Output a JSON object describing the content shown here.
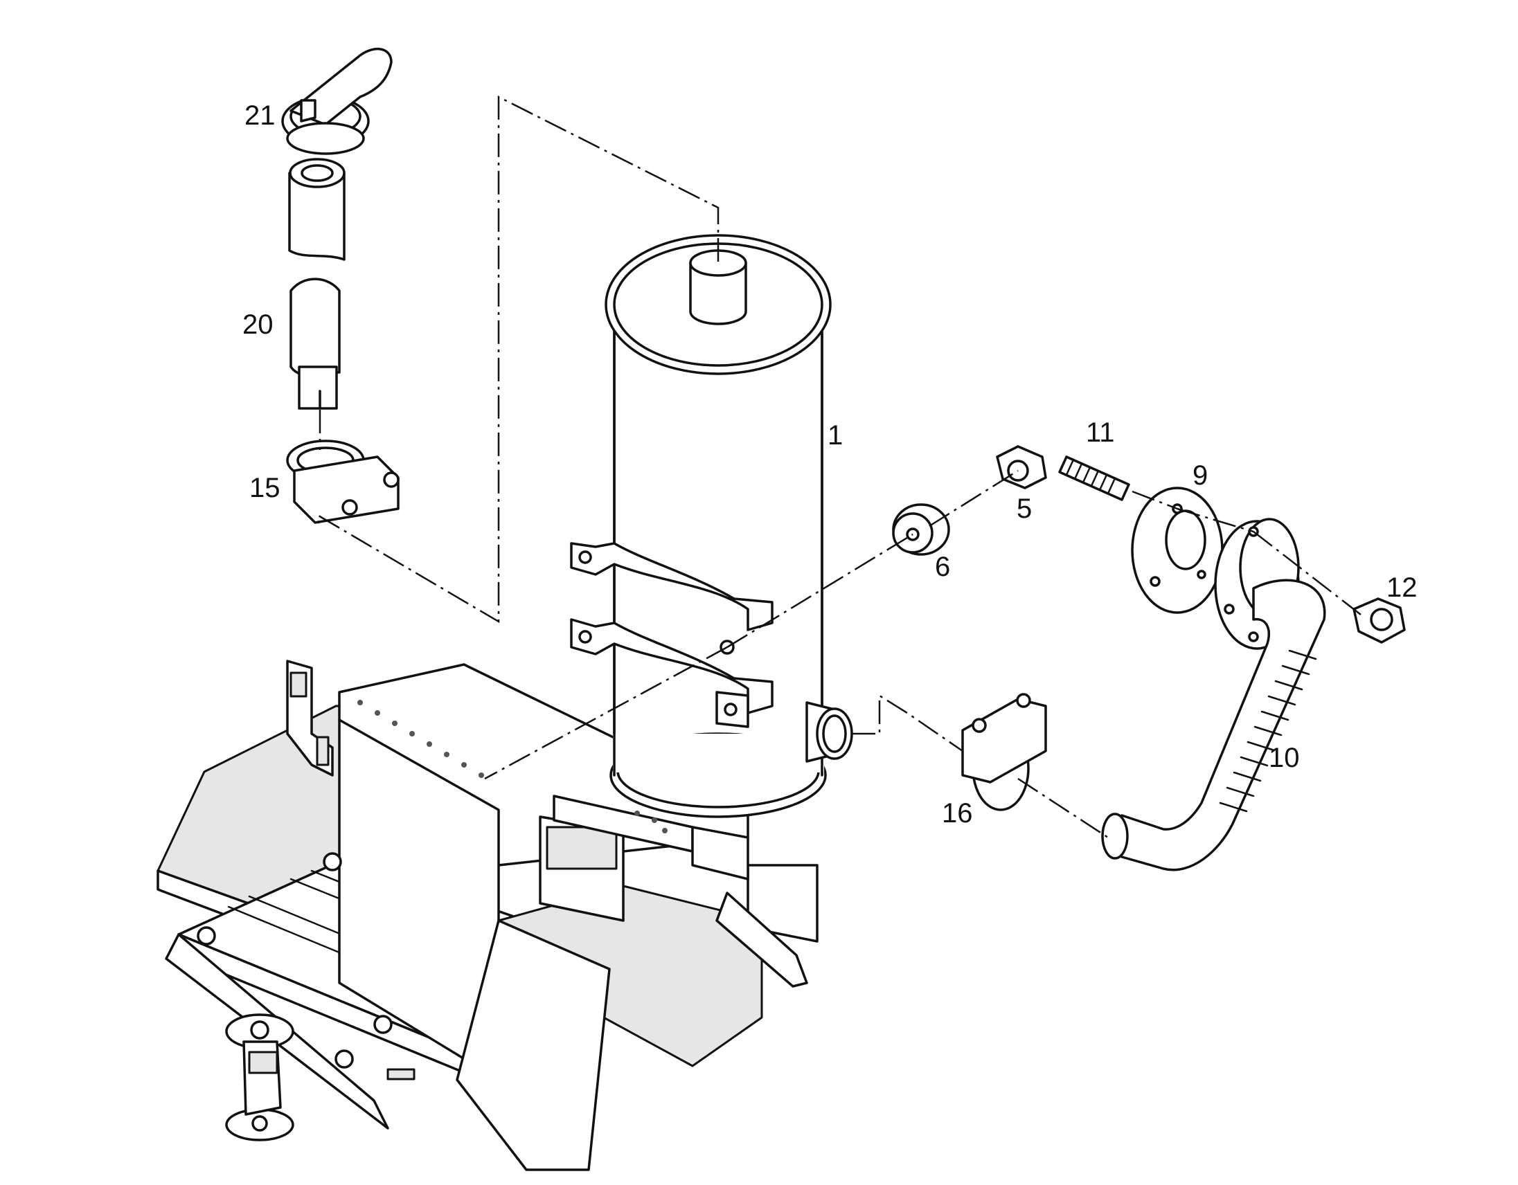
{
  "diagram": {
    "parts": [
      {
        "id": "muffler",
        "label": "1"
      },
      {
        "id": "nut-5",
        "label": "5"
      },
      {
        "id": "washer-6",
        "label": "6"
      },
      {
        "id": "gasket-9",
        "label": "9"
      },
      {
        "id": "flex-pipe-10",
        "label": "10"
      },
      {
        "id": "stud-11",
        "label": "11"
      },
      {
        "id": "nut-12",
        "label": "12"
      },
      {
        "id": "clamp-15",
        "label": "15"
      },
      {
        "id": "clamp-16",
        "label": "16"
      },
      {
        "id": "tailpipe-20",
        "label": "20"
      },
      {
        "id": "rain-cap-21",
        "label": "21"
      }
    ]
  }
}
